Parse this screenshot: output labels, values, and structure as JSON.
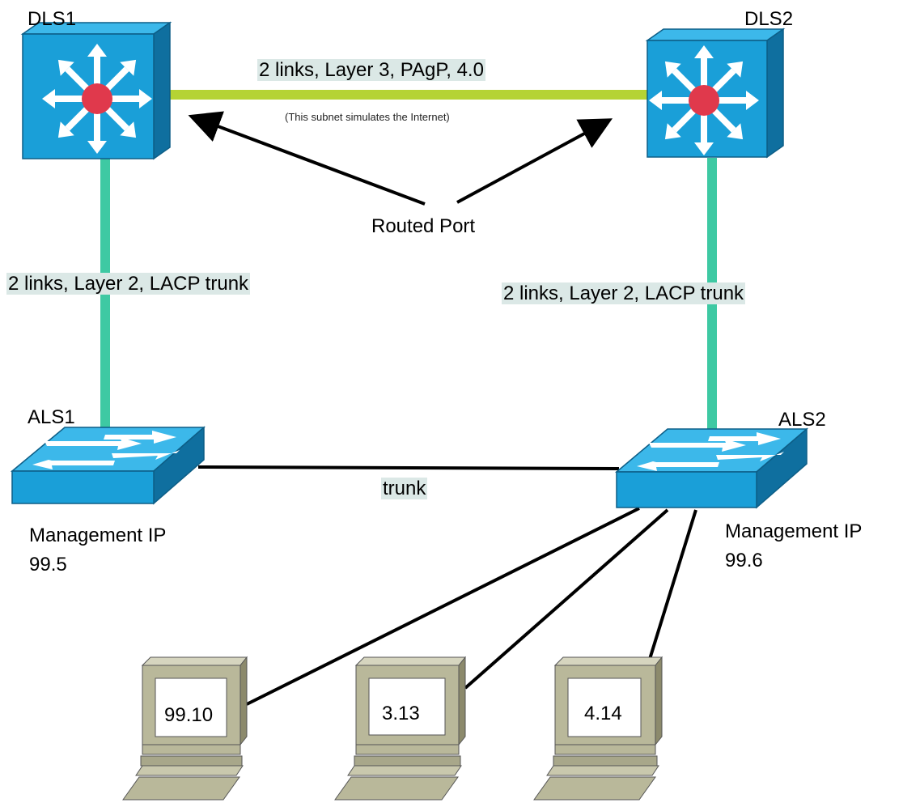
{
  "devices": {
    "dls1": {
      "name": "DLS1"
    },
    "dls2": {
      "name": "DLS2"
    },
    "als1": {
      "name": "ALS1",
      "mgmt_label": "Management IP",
      "mgmt_ip": "99.5"
    },
    "als2": {
      "name": "ALS2",
      "mgmt_label": "Management IP",
      "mgmt_ip": "99.6"
    }
  },
  "links": {
    "dls_dls": "2 links, Layer 3, PAgP, 4.0",
    "dls_dls_note": "(This subnet simulates the Internet)",
    "dls1_als1": "2 links, Layer 2, LACP trunk",
    "dls2_als2": "2 links, Layer 2, LACP trunk",
    "als_als": "trunk"
  },
  "annotations": {
    "routed_port": "Routed Port"
  },
  "hosts": [
    {
      "ip": "99.10"
    },
    {
      "ip": "3.13"
    },
    {
      "ip": "4.14"
    }
  ],
  "colors": {
    "l3_link": "#b5d334",
    "l2_link": "#3ec9a3",
    "switch_front": "#1a9fd8",
    "switch_top": "#3cb8ea",
    "switch_side": "#0f6f9f",
    "router_dot": "#e0394c",
    "pc_body": "#b9b89a",
    "label_highlight": "#dbe8e6"
  }
}
